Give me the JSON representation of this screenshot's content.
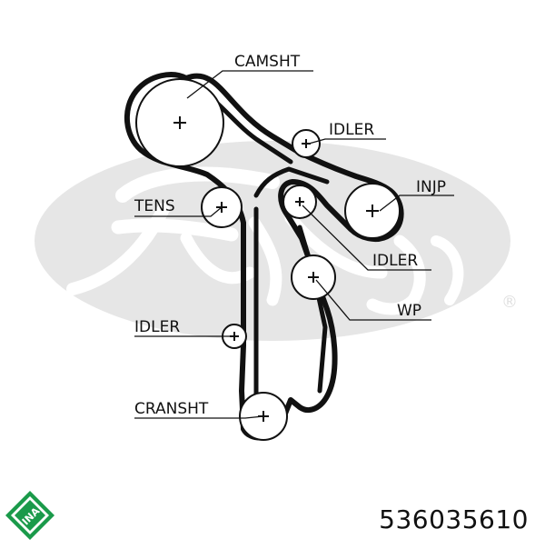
{
  "diagram": {
    "watermark_text": "Gates",
    "pulleys": [
      {
        "key": "camsht",
        "label": "CAMSHT"
      },
      {
        "key": "idler_top",
        "label": "IDLER"
      },
      {
        "key": "injp",
        "label": "INJP"
      },
      {
        "key": "tens",
        "label": "TENS"
      },
      {
        "key": "idler_mid",
        "label": "IDLER"
      },
      {
        "key": "wp",
        "label": "WP"
      },
      {
        "key": "idler_low",
        "label": "IDLER"
      },
      {
        "key": "cransht",
        "label": "CRANSHT"
      }
    ]
  },
  "footer": {
    "brand_logo": "INA",
    "part_number": "536035610"
  },
  "colors": {
    "belt": "#111111",
    "watermark": "#e6e6e6",
    "logo": "#1a9a4a"
  }
}
